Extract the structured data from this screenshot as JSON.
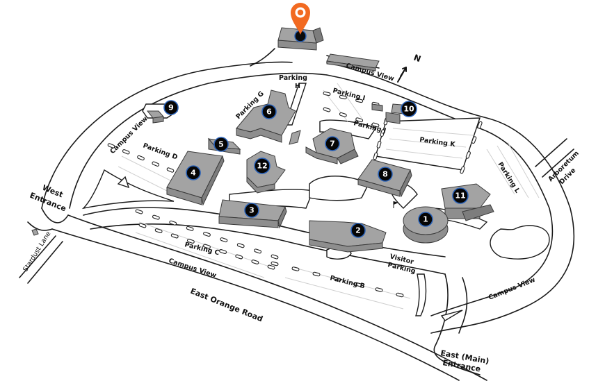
{
  "map": {
    "title": "Campus Map",
    "colors": {
      "marker": "#f26a21",
      "badge_fill": "#050505",
      "badge_ring": "#2a62b8",
      "building": "#a3a3a3"
    },
    "selected_marker": {
      "icon": "map-pin-icon",
      "building": "top-building"
    },
    "compass": {
      "label": "N",
      "icon": "north-arrow-icon"
    },
    "buildings": [
      {
        "number": "1"
      },
      {
        "number": "2"
      },
      {
        "number": "3"
      },
      {
        "number": "4"
      },
      {
        "number": "5"
      },
      {
        "number": "6"
      },
      {
        "number": "7"
      },
      {
        "number": "8"
      },
      {
        "number": "9"
      },
      {
        "number": "10"
      },
      {
        "number": "11"
      },
      {
        "number": "12"
      }
    ],
    "parking": {
      "b": "Parking B",
      "c": "Parking C",
      "d": "Parking D",
      "g": "Parking G",
      "h_line1": "Parking",
      "h_line2": "H",
      "i": "Parking I",
      "j": "Parking J",
      "k": "Parking K",
      "l": "Parking L",
      "visitor_line1": "Visitor",
      "visitor_line2": "Parking"
    },
    "roads": {
      "campus_view": "Campus View",
      "east_orange": "East Orange Road",
      "stardust": "Stardust Lane",
      "arboretum_line1": "Arboretum",
      "arboretum_line2": "Drive"
    },
    "entrances": {
      "west_line1": "West",
      "west_line2": "Entrance",
      "east_line1": "East (Main)",
      "east_line2": "Entrance"
    }
  }
}
